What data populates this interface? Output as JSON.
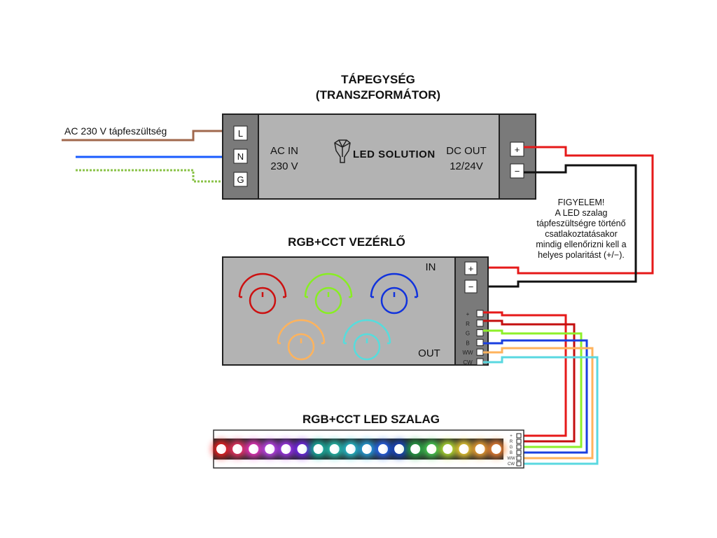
{
  "power_supply": {
    "title_line1": "TÁPEGYSÉG",
    "title_line2": "(TRANSZFORMÁTOR)",
    "input_label": "AC 230 V tápfeszültség",
    "terminals_in": [
      "L",
      "N",
      "G"
    ],
    "ac_in_line1": "AC IN",
    "ac_in_line2": "230 V",
    "logo_text": "LED SOLUTION",
    "dc_out_line1": "DC OUT",
    "dc_out_line2": "12/24V",
    "terminals_out": [
      "+",
      "−"
    ]
  },
  "warning": {
    "lines": [
      "FIGYELEM!",
      "A LED szalag",
      "tápfeszültségre történő",
      "csatlakoztatásakor",
      "mindig ellenőrizni kell a",
      "helyes polaritást (+/−)."
    ]
  },
  "controller": {
    "title": "RGB+CCT VEZÉRLŐ",
    "in_label": "IN",
    "out_label": "OUT",
    "in_terminals": [
      "+",
      "−"
    ],
    "out_terminals": [
      "+",
      "R",
      "G",
      "B",
      "WW",
      "CW"
    ],
    "knob_colors": [
      "#cc1111",
      "#88ee22",
      "#1133dd",
      "#ffb35c",
      "#55dddd"
    ]
  },
  "strip": {
    "title": "RGB+CCT LED SZALAG",
    "terminals": [
      "+",
      "R",
      "G",
      "B",
      "WW",
      "CW"
    ],
    "led_colors": [
      "#ff1a1a",
      "#ff3366",
      "#ff33cc",
      "#cc44ff",
      "#aa33ff",
      "#7722ff",
      "#11bbaa",
      "#22ccbb",
      "#22ccdd",
      "#22aaee",
      "#2266ff",
      "#1144cc",
      "#22aa44",
      "#44dd55",
      "#bbee33",
      "#ffdd33",
      "#ffaa33",
      "#ff8833"
    ]
  },
  "wire_colors": {
    "brown": "#a0684d",
    "blue": "#1a5cff",
    "green": "#8bc34a",
    "red": "#e61919",
    "dark_red": "#c40f0f",
    "lime": "#8ef02a",
    "rgb_blue": "#1a3fe0",
    "orange": "#ffb35c",
    "cyan": "#5ad8e0",
    "black": "#111111"
  }
}
